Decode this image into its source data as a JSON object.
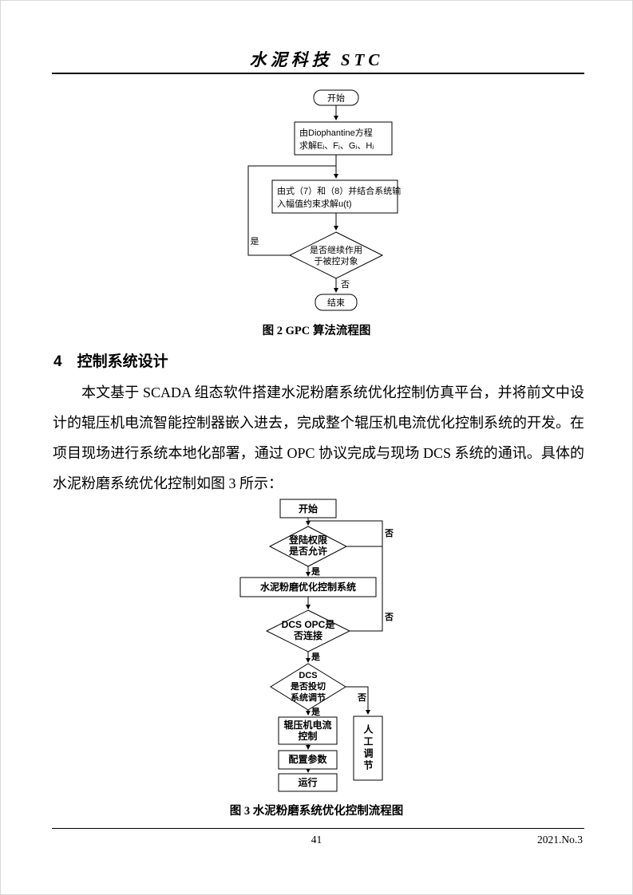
{
  "page": {
    "journal_title": "水泥科技 STC",
    "page_number": "41",
    "issue": "2021.No.3"
  },
  "figure2": {
    "caption": "图 2 GPC 算法流程图",
    "nodes": {
      "start": "开始",
      "solve_line1": "由Diophantine方程",
      "solve_line2": "求解Eⱼ、Fⱼ、Gⱼ、Hⱼ",
      "compute_line1": "由式（7）和（8）并结合系统输",
      "compute_line2": "入幅值约束求解u(t)",
      "decision_line1": "是否继续作用",
      "decision_line2": "于被控对象",
      "end": "结束"
    },
    "labels": {
      "yes": "是",
      "no": "否"
    }
  },
  "section4": {
    "heading": "4　控制系统设计",
    "paragraph": "本文基于 SCADA 组态软件搭建水泥粉磨系统优化控制仿真平台，并将前文中设计的辊压机电流智能控制器嵌入进去，完成整个辊压机电流优化控制系统的开发。在项目现场进行系统本地化部署，通过 OPC 协议完成与现场 DCS 系统的通讯。具体的水泥粉磨系统优化控制如图 3 所示："
  },
  "figure3": {
    "caption": "图 3 水泥粉磨系统优化控制流程图",
    "nodes": {
      "start": "开始",
      "login_line1": "登陆权限",
      "login_line2": "是否允许",
      "system": "水泥粉磨优化控制系统",
      "opc_line1": "DCS OPC是",
      "opc_line2": "否连接",
      "switch_line1": "DCS",
      "switch_line2": "是否投切",
      "switch_line3": "系统调节",
      "current_line1": "辊压机电流",
      "current_line2": "控制",
      "config": "配置参数",
      "run": "运行",
      "manual": "人工调节"
    },
    "labels": {
      "yes": "是",
      "no": "否"
    }
  }
}
